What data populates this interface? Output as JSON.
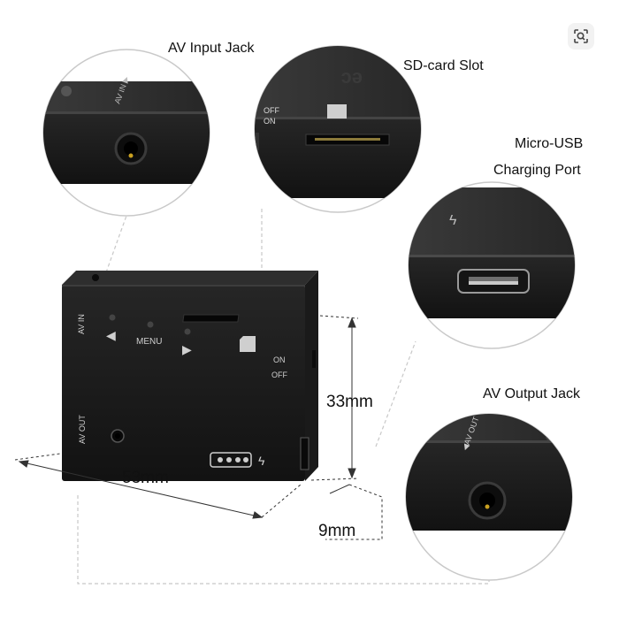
{
  "callouts": {
    "av_input": "AV Input Jack",
    "sd_slot": "SD-card Slot",
    "usb_line1": "Micro-USB",
    "usb_line2": "Charging Port",
    "av_output": "AV Output Jack"
  },
  "dimensions": {
    "width": "53mm",
    "height": "33mm",
    "depth": "9mm"
  },
  "device_markings": {
    "av_in": "AV IN",
    "av_out": "AV OUT",
    "menu": "MENU",
    "on": "ON",
    "off": "OFF",
    "left_arrow": "◀",
    "right_arrow": "▶"
  },
  "icons": {
    "lens": "visual-search-icon"
  },
  "colors": {
    "device_body": "#1c1c1c",
    "device_top": "#2c2c2c",
    "background": "#ffffff",
    "guide_line": "#c8c8c8"
  }
}
